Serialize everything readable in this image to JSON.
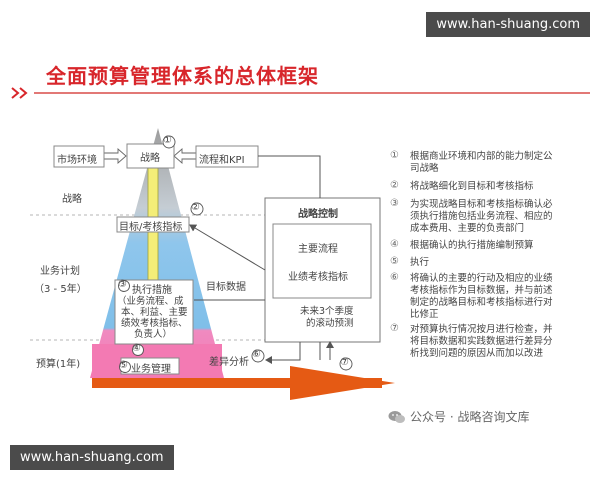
{
  "watermark_top": "www.han-shuang.com",
  "watermark_bottom": "www.han-shuang.com",
  "title": "全面预算管理体系的总体框架",
  "diagram": {
    "market": "市场环境",
    "strategy": "战略",
    "process_kpi": "流程和KPI",
    "strategy_level": "战略",
    "target_box": "目标/考核指标",
    "business_plan": "业务计划",
    "business_plan_years": "（3 - 5年）",
    "exec_measures": "执行措施",
    "measures_detail": [
      "（业务流程、成",
      "本、利益、主要",
      "绩效考核指标、",
      "负责人）"
    ],
    "budget_year": "预算(1年)",
    "business_mgmt": "业务管理",
    "target_data": "目标数据",
    "variance": "差异分析",
    "strategic_control": "战略控制",
    "main_process": "主要流程",
    "kpi": "业绩考核指标",
    "rolling": [
      "未来3个季度",
      "的滚动预测"
    ],
    "markers": [
      "①",
      "②",
      "③",
      "④",
      "⑤",
      "⑥",
      "⑦"
    ]
  },
  "steps": [
    {
      "num": "①",
      "lines": [
        "根据商业环境和内部的能力制定公",
        "司战略"
      ]
    },
    {
      "num": "②",
      "lines": [
        "将战略细化到目标和考核指标"
      ]
    },
    {
      "num": "③",
      "lines": [
        "为实现战略目标和考核指标确认必",
        "须执行措施包括业务流程、相应的",
        "成本费用、主要的负责部门"
      ]
    },
    {
      "num": "④",
      "lines": [
        "根据确认的执行措施编制预算"
      ]
    },
    {
      "num": "⑤",
      "lines": [
        "执行"
      ]
    },
    {
      "num": "⑥",
      "lines": [
        "将确认的主要的行动及相应的业绩",
        "考核指标作为目标数据，并与前述",
        "制定的战略目标和考核指标进行对",
        "比修正"
      ]
    },
    {
      "num": "⑦",
      "lines": [
        "对预算执行情况按月进行检查，并",
        "将目标数据和实践数据进行差异分",
        "析找到问题的原因从而加以改进"
      ]
    }
  ],
  "brand": "公众号 · 战略咨询文库",
  "colors": {
    "title": "#d8262b",
    "arrow": "#e55a14",
    "blue": "#7fc0e8",
    "pink": "#f07ab4",
    "yellow": "#f4ee78",
    "grey": "#9a9a9a"
  }
}
